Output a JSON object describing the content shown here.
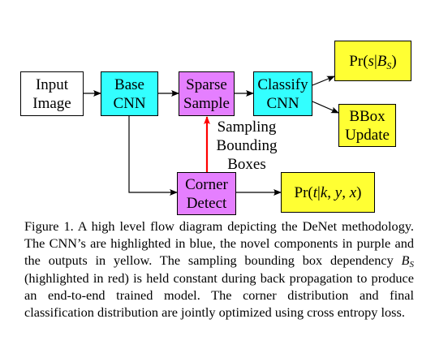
{
  "colors": {
    "cnn": "#33ffff",
    "novel": "#e57fff",
    "output": "#ffff33",
    "plain": "#ffffff",
    "dependency": "#ff0000"
  },
  "nodes": {
    "input_image": [
      "Input",
      "Image"
    ],
    "base_cnn": [
      "Base",
      "CNN"
    ],
    "sparse_sample": [
      "Sparse",
      "Sample"
    ],
    "classify_cnn": [
      "Classify",
      "CNN"
    ],
    "bbox_update": [
      "BBox",
      "Update"
    ],
    "corner_detect": [
      "Corner",
      "Detect"
    ],
    "pr_s_bs": {
      "fn": "Pr",
      "open": "(",
      "s": "s",
      "bar": "|",
      "B": "B",
      "sub": "S",
      "close": ")"
    },
    "pr_t_kyx": {
      "fn": "Pr",
      "open": "(",
      "t": "t",
      "bar": "|",
      "k": "k",
      "comma1": ", ",
      "y": "y",
      "comma2": ", ",
      "x": "x",
      "close": ")"
    }
  },
  "edge_label": [
    "Sampling",
    "Bounding",
    "Boxes"
  ],
  "caption": {
    "part1": "Figure 1. A high level flow diagram depicting the DeNet methodology. The CNN’s are highlighted in blue, the novel components in purple and the outputs in yellow. The sampling bounding box dependency ",
    "var": "B",
    "sub": "S",
    "part2": " (highlighted in red) is held constant during back propagation to produce an end-to-end trained model. The corner distribution and final classification distribution are jointly optimized using cross entropy loss."
  }
}
